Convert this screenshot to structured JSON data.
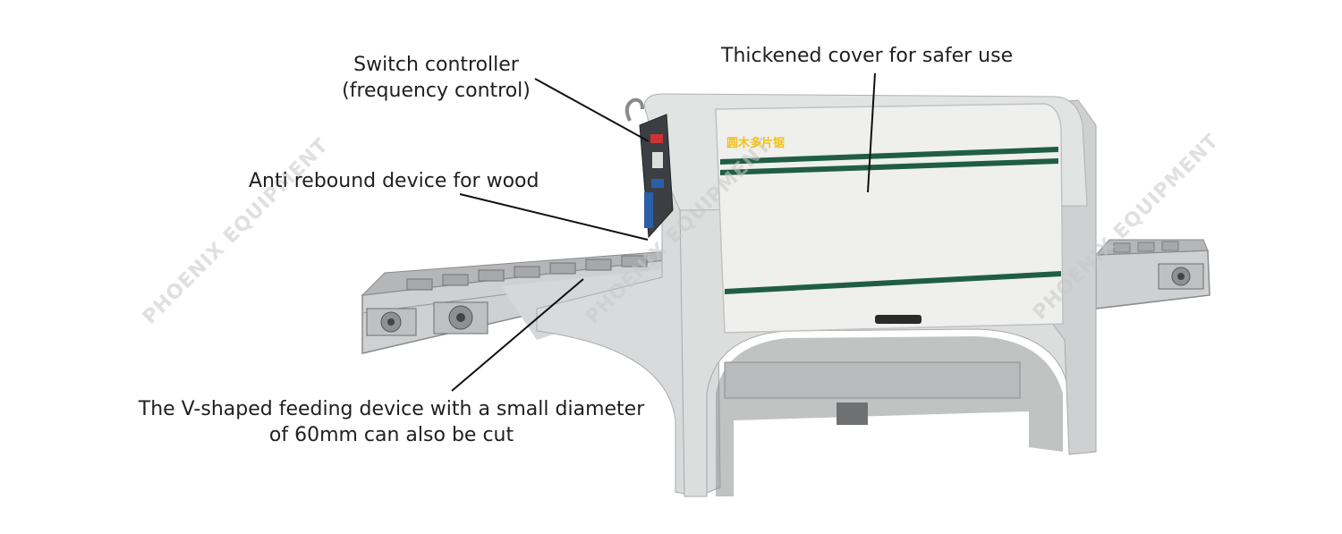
{
  "labels": {
    "switch_line1": "Switch controller",
    "switch_line2": "(frequency control)",
    "cover": "Thickened cover for safer use",
    "anti_rebound": "Anti rebound device for wood",
    "feeding_line1": "The V-shaped feeding device with a small diameter",
    "feeding_line2": "of 60mm can also be cut"
  },
  "machine_label": "圆木多片锯",
  "watermark": "PHOENIX EQUIPMENT",
  "colors": {
    "body": "#d9dadb",
    "cover": "#efefed",
    "stripe": "#1f5e45",
    "label_text": "#1f1f1f"
  }
}
